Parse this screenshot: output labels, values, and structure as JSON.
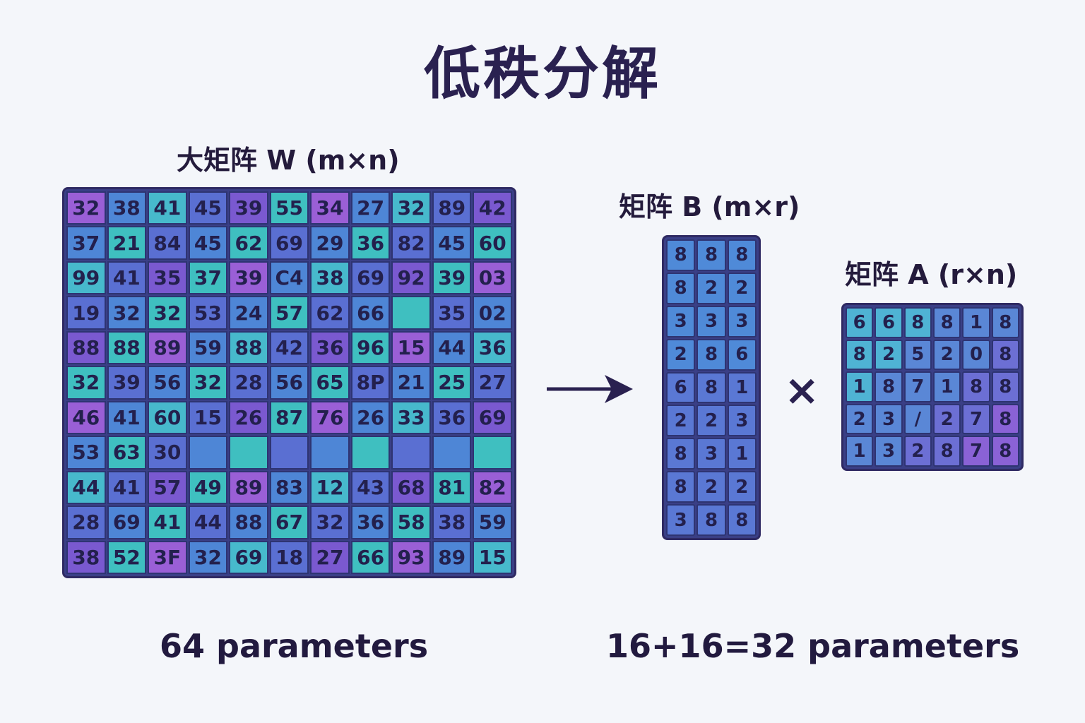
{
  "title": "低秩分解",
  "matrix_w": {
    "label": "大矩阵 W (m×n)",
    "cols": 11,
    "cells": [
      "32",
      "38",
      "41",
      "45",
      "39",
      "55",
      "34",
      "27",
      "32",
      "89",
      "42",
      "37",
      "21",
      "84",
      "45",
      "62",
      "69",
      "29",
      "36",
      "82",
      "45",
      "60",
      "99",
      "41",
      "35",
      "37",
      "39",
      "C4",
      "38",
      "69",
      "92",
      "39",
      "03",
      "19",
      "32",
      "32",
      "53",
      "24",
      "57",
      "62",
      "66",
      "",
      "35",
      "02",
      "88",
      "88",
      "89",
      "59",
      "88",
      "42",
      "36",
      "96",
      "15",
      "44",
      "36",
      "32",
      "39",
      "56",
      "32",
      "28",
      "56",
      "65",
      "8P",
      "21",
      "25",
      "27",
      "46",
      "41",
      "60",
      "15",
      "26",
      "87",
      "76",
      "26",
      "33",
      "36",
      "69",
      "53",
      "63",
      "30",
      "",
      "",
      "",
      "",
      "",
      "",
      "",
      "",
      "44",
      "41",
      "57",
      "49",
      "89",
      "83",
      "12",
      "43",
      "68",
      "81",
      "82",
      "28",
      "69",
      "41",
      "44",
      "88",
      "67",
      "32",
      "36",
      "58",
      "38",
      "59",
      "38",
      "52",
      "3F",
      "32",
      "69",
      "18",
      "27",
      "66",
      "93",
      "89",
      "15"
    ],
    "colors": [
      "#9a5fd6",
      "#4e86d6",
      "#47b9cc",
      "#5a6fd2",
      "#7a59d0",
      "#3fbfc0"
    ]
  },
  "arrow": "→",
  "matrix_b": {
    "label": "矩阵 B (m×r)",
    "rows": 9,
    "cols": 3,
    "cells": [
      "8",
      "8",
      "8",
      "8",
      "2",
      "2",
      "3",
      "3",
      "3",
      "2",
      "8",
      "6",
      "6",
      "8",
      "1",
      "2",
      "2",
      "3",
      "8",
      "3",
      "1",
      "8",
      "2",
      "2",
      "3",
      "8",
      "8"
    ]
  },
  "times": "×",
  "matrix_a": {
    "label": "矩阵 A (r×n)",
    "rows": 5,
    "cols": 6,
    "cells": [
      "6",
      "6",
      "8",
      "8",
      "1",
      "8",
      "8",
      "2",
      "5",
      "2",
      "0",
      "8",
      "1",
      "8",
      "7",
      "1",
      "8",
      "8",
      "2",
      "3",
      "/",
      "2",
      "7",
      "8",
      "1",
      "3",
      "2",
      "8",
      "7",
      "8"
    ]
  },
  "footer_left": "64 parameters",
  "footer_right": "16+16=32 parameters"
}
